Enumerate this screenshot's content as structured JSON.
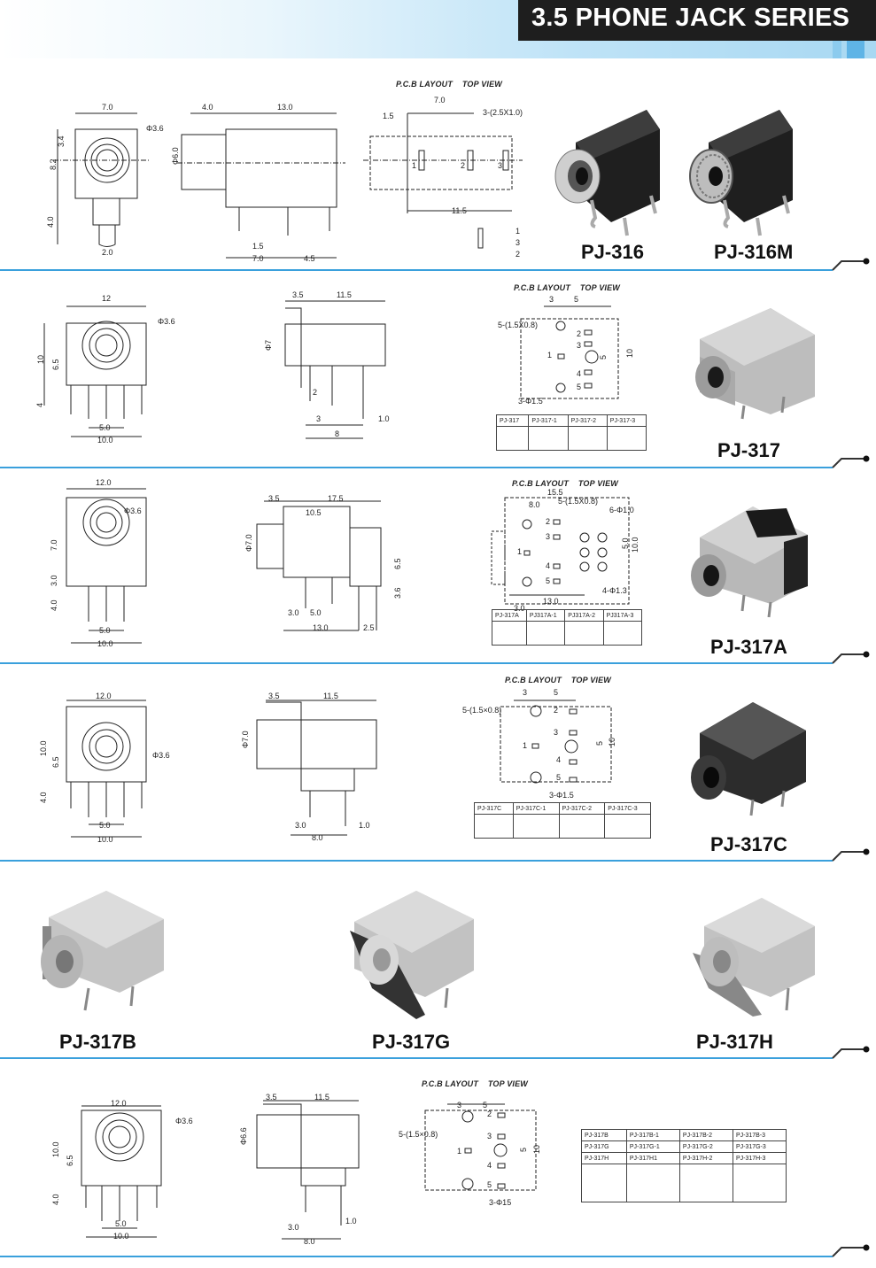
{
  "page": {
    "title": "3.5 PHONE JACK SERIES",
    "pcb_label": "P.C.B LAYOUT",
    "top_view_label": "TOP VIEW"
  },
  "colors": {
    "accent": "#3aa0dc",
    "dark": "#1e1e1e",
    "header_light": "#bfe3f7"
  },
  "sections": {
    "s1": {
      "models": [
        "PJ-316",
        "PJ-316M"
      ],
      "front": {
        "w": "7.0",
        "h": "8.2",
        "a": "3.4",
        "b": "4.0",
        "c": "2.0",
        "dia": "3.6"
      },
      "side": {
        "a": "4.0",
        "b": "13.0",
        "dia": "6.0",
        "c": "1.5",
        "d": "7.0",
        "e": "4.5"
      },
      "pcb": {
        "a": "7.0",
        "b": "1.5",
        "c": "3-(2.5X1.0)",
        "d": "11.5",
        "pins": [
          "1",
          "2",
          "3"
        ],
        "legend": [
          "1",
          "3",
          "2"
        ]
      }
    },
    "s2": {
      "model": "PJ-317",
      "front": {
        "w": "12",
        "h": "10",
        "a": "6.5",
        "b": "4",
        "c": "5.0",
        "d": "10.0",
        "dia": "3.6"
      },
      "side": {
        "a": "3.5",
        "b": "11.5",
        "dia": "7",
        "c": "2",
        "d": "3",
        "e": "8",
        "f": "1.0"
      },
      "pcb": {
        "a": "3",
        "b": "5",
        "c": "5-(1.5X0.8)",
        "d": "5",
        "e": "10",
        "f": "3-Φ1.5",
        "pins": [
          "1",
          "2",
          "3",
          "4",
          "5"
        ]
      },
      "table": [
        "PJ-317",
        "PJ-317-1",
        "PJ-317-2",
        "PJ-317-3"
      ]
    },
    "s3": {
      "model": "PJ-317A",
      "front": {
        "w": "12.0",
        "h": "7.0",
        "a": "3.0",
        "b": "4.0",
        "c": "5.0",
        "d": "10.0",
        "dia": "3.6"
      },
      "side": {
        "a": "3.5",
        "b": "17.5",
        "c": "10.5",
        "dia": "7.0",
        "d": "6.5",
        "e": "3.6",
        "f": "3.0",
        "g": "5.0",
        "h": "13.0",
        "i": "2.5"
      },
      "pcb": {
        "a": "15.5",
        "b": "8.0",
        "c": "5-(1.5X0.8)",
        "d": "6-Φ1.0",
        "e": "5.0",
        "f": "10.0",
        "g": "4-Φ1.3",
        "h": "13.0",
        "i": "3.0",
        "pins": [
          "1",
          "2",
          "3",
          "4",
          "5"
        ]
      },
      "table": [
        "PJ-317A",
        "PJ317A-1",
        "PJ317A-2",
        "PJ317A-3"
      ]
    },
    "s4": {
      "model": "PJ-317C",
      "front": {
        "w": "12.0",
        "h": "10.0",
        "a": "6.5",
        "b": "4.0",
        "c": "5.0",
        "d": "10.0",
        "dia": "3.6"
      },
      "side": {
        "a": "3.5",
        "b": "11.5",
        "dia": "7.0",
        "c": "3.0",
        "d": "8.0",
        "e": "1.0"
      },
      "pcb": {
        "a": "3",
        "b": "5",
        "c": "5-(1.5×0.8)",
        "d": "5",
        "e": "10",
        "f": "3-Φ1.5",
        "pins": [
          "1",
          "2",
          "3",
          "4",
          "5"
        ]
      },
      "table": [
        "PJ-317C",
        "PJ-317C-1",
        "PJ-317C-2",
        "PJ-317C-3"
      ]
    },
    "s5": {
      "models": [
        "PJ-317B",
        "PJ-317G",
        "PJ-317H"
      ]
    },
    "s6": {
      "front": {
        "w": "12.0",
        "h": "10.0",
        "a": "6.5",
        "b": "4.0",
        "c": "5.0",
        "d": "10.0",
        "dia": "Φ3.6"
      },
      "side": {
        "a": "3.5",
        "b": "11.5",
        "dia": "6.6",
        "c": "3.0",
        "d": "8.0",
        "e": "1.0"
      },
      "pcb": {
        "a": "3",
        "b": "5",
        "c": "5-(1.5×0.8)",
        "d": "5",
        "e": "10",
        "f": "3-Φ15",
        "pins": [
          "1",
          "2",
          "3",
          "4",
          "5"
        ]
      },
      "table": [
        [
          "PJ-317B",
          "PJ-317B-1",
          "PJ-317B-2",
          "PJ-317B-3"
        ],
        [
          "PJ-317G",
          "PJ-317G-1",
          "PJ-317G-2",
          "PJ-317G-3"
        ],
        [
          "PJ-317H",
          "PJ-317H1",
          "PJ-317H-2",
          "PJ-317H-3"
        ]
      ]
    }
  }
}
